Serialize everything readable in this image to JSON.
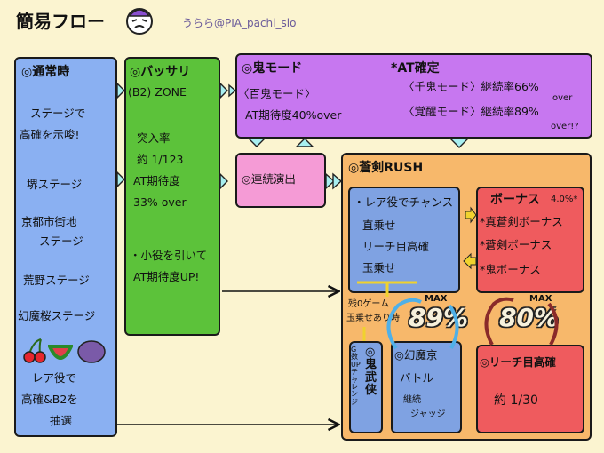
{
  "header": {
    "title": "簡易フロー",
    "credit": "うらら@PIA_pachi_slo"
  },
  "normal": {
    "heading": "◎通常時",
    "lines": [
      "ステージで",
      "高確を示唆!"
    ],
    "stages": [
      "堺ステージ",
      "京都市街地",
      "ステージ",
      "荒野ステージ",
      "幻魔桜ステージ"
    ],
    "foot": [
      "レア役で",
      "高確&B2を",
      "抽選"
    ]
  },
  "zone": {
    "heading": "◎バッサリ",
    "sub": "(B2) ZONE",
    "lines": [
      "突入率",
      "約 1/123",
      "AT期待度",
      "33% over"
    ],
    "note": [
      "・小役を引いて",
      "AT期待度UP!"
    ]
  },
  "oni": {
    "heading": "◎鬼モード",
    "line1": "〈百鬼モード〉",
    "line2": "AT期待度40%over",
    "at_title": "*AT確定",
    "mode1": "〈千鬼モード〉継続率66%",
    "mode1_tail": "over",
    "mode2": "〈覚醒モード〉継続率89%",
    "mode2_tail": "over!?"
  },
  "renzoku": {
    "label": "◎連続演出"
  },
  "rush": {
    "heading": "◎蒼剣RUSH",
    "chance": [
      "・レア役でチャンス",
      "直乗せ",
      "リーチ目高確",
      "玉乗せ"
    ],
    "bonus_title": "ボーナス",
    "bonus_sub": "4.0%*",
    "bonus_items": [
      "*真蒼剣ボーナス",
      "*蒼剣ボーナス",
      "*鬼ボーナス"
    ],
    "note": [
      "残0ゲーム",
      "玉乗せあり時"
    ],
    "max_left": "MAX",
    "pct_left": "89%",
    "max_right": "MAX",
    "pct_right": "80%",
    "oni_side": "G数UPチャレンジ",
    "oni_name": "◎鬼武侠",
    "genma": [
      "◎幻魔京",
      "バトル",
      "継続",
      "ジャッジ"
    ],
    "reach": [
      "◎リーチ目高確",
      "約 1/30"
    ]
  },
  "colors": {
    "background": "#fbf4d0",
    "normal": "#8ab0f2",
    "zone": "#5cc23a",
    "oni": "#c777f0",
    "renzoku": "#f59bd6",
    "rush": "#f7b86b",
    "chance": "#7fa2e2",
    "bonus": "#ef5b5e",
    "connector": "#a8eff0",
    "arrow_yellow": "#f0d22e"
  }
}
